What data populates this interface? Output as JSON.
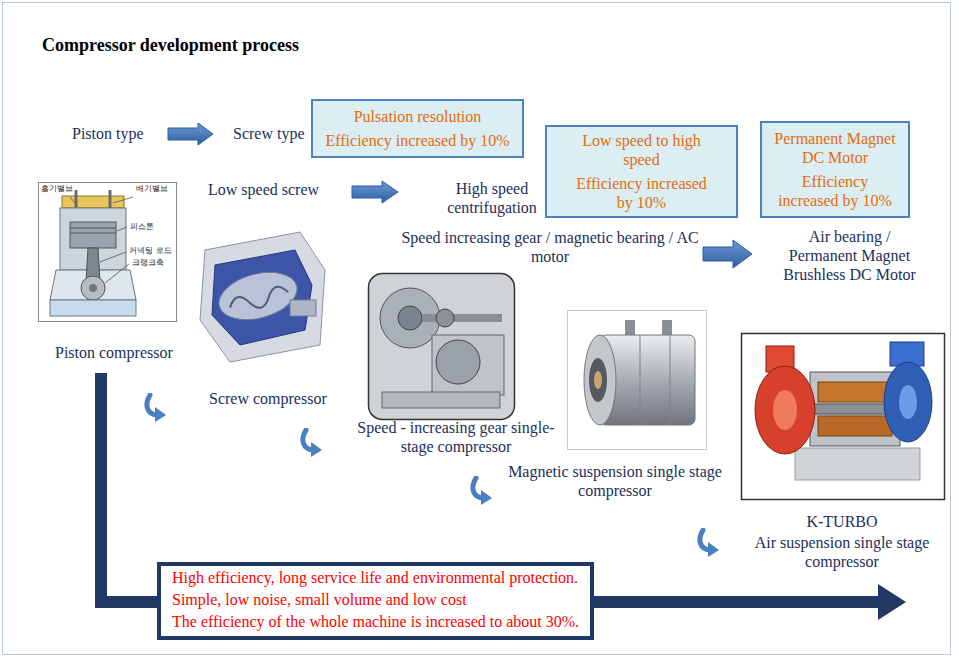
{
  "diagram": {
    "title": "Compressor development process",
    "nodes": [
      {
        "text": [
          "Pulsation resolution",
          "Efficiency increased by 10%"
        ]
      },
      {
        "text": [
          "Low speed to high speed",
          "Efficiency increased by 10%"
        ]
      },
      {
        "text": [
          "Permanent Magnet DC Motor",
          "Efficiency increased by 10%"
        ]
      },
      {
        "text": [
          "High efficiency, long service life and environmental protection.",
          "Simple, low noise, small volume and low cost",
          "The efficiency of the whole machine is increased to about 30%."
        ]
      }
    ],
    "labels": [
      "Piston type",
      "Screw type",
      "Low speed screw",
      "High speed centrifugation",
      "Speed increasing gear / magnetic bearing / AC motor",
      "Air bearing / Permanent Magnet Brushless DC Motor",
      "흡기밸브",
      "배기밸브",
      "피스톤",
      "커넥팅 로드",
      "크랭크축",
      "Piston compressor",
      "Screw compressor",
      "Speed - increasing gear single-stage compressor",
      "Magnetic suspension single stage compressor",
      "K-TURBO",
      "Air suspension single stage compressor"
    ]
  }
}
